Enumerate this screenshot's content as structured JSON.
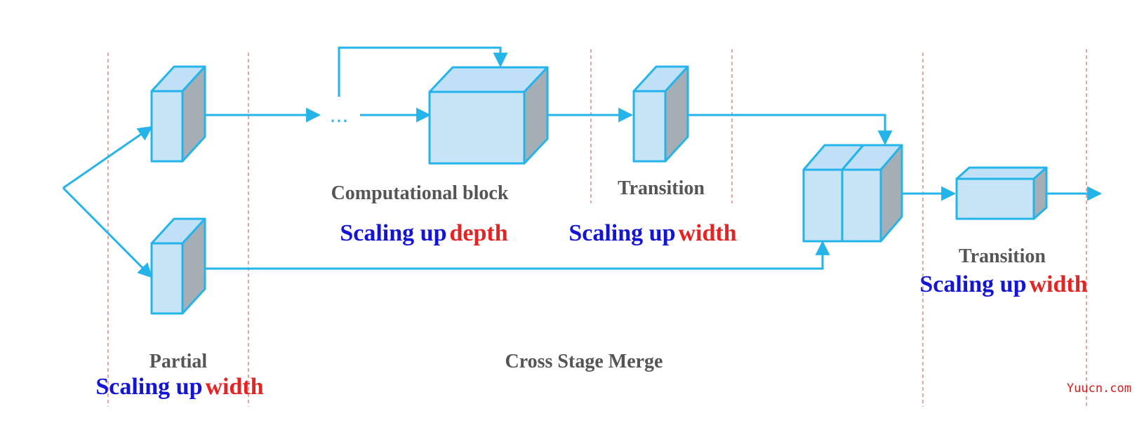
{
  "colors": {
    "block_front": "#c7e3f6",
    "block_top": "#bfe0f6",
    "block_side": "#a4aeb4",
    "stroke": "#25b4ea",
    "divider": "#e8a6a6",
    "label_gray": "#555555",
    "label_blue": "#1414d4",
    "label_red": "#e62323"
  },
  "icons": {
    "ellipsis": "..."
  },
  "labels": {
    "computational_block": "Computational block",
    "transition_mid": "Transition",
    "transition_right": "Transition",
    "partial": "Partial",
    "cross_stage_merge": "Cross Stage Merge",
    "scaling_up": "Scaling up",
    "depth": "depth",
    "width": "width"
  },
  "watermark": "Yuucn.com"
}
